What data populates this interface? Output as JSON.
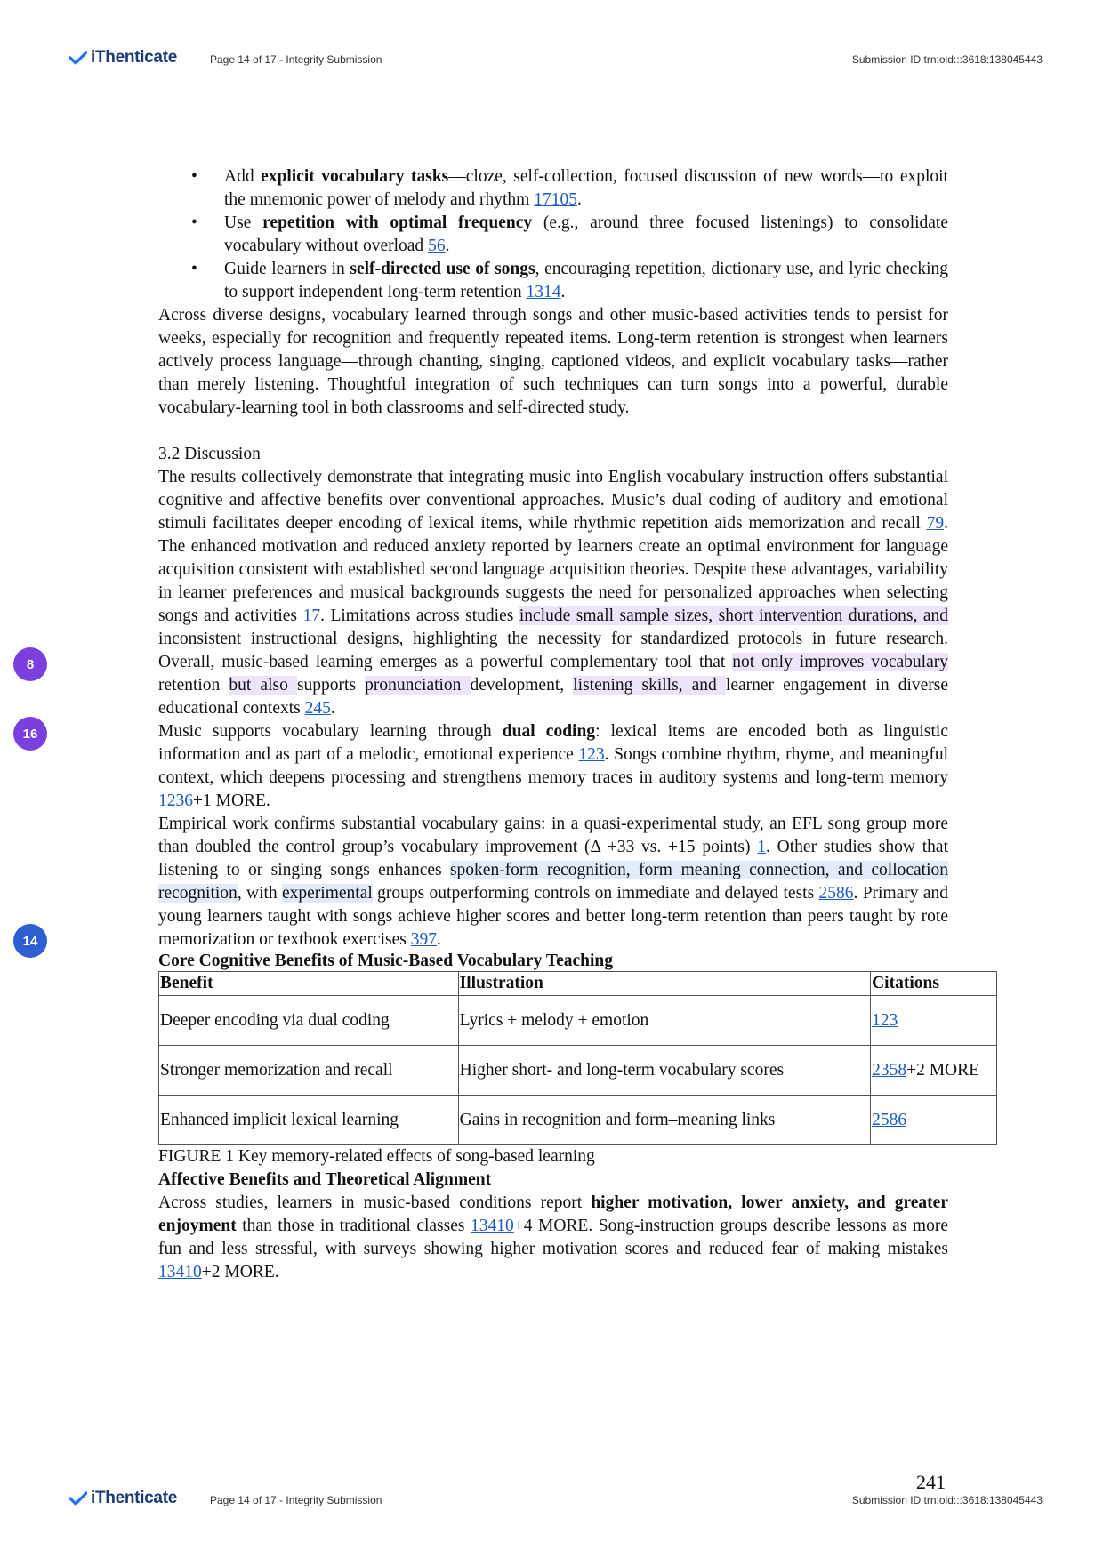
{
  "header": {
    "brand": "iThenticate",
    "page_info": "Page 14 of 17 - Integrity Submission",
    "submission_id": "Submission ID   trn:oid:::3618:138045443"
  },
  "footer": {
    "brand": "iThenticate",
    "page_info": "Page 14 of 17 - Integrity Submission",
    "submission_id": "Submission ID   trn:oid:::3618:138045443",
    "page_number": "241"
  },
  "badges": [
    "8",
    "16",
    "14"
  ],
  "colors": {
    "brand_check": "#1a73e8",
    "link": "#1a5bc4",
    "highlight_purple": "#ede3fb",
    "highlight_blue": "#e1ebfa",
    "badge_purple": "#7b3fe0",
    "badge_blue": "#2d5fd3"
  },
  "bullets": [
    {
      "pre": "Add ",
      "bold": "explicit vocabulary tasks",
      "post": "—cloze, self-collection, focused discussion of new words—to exploit the mnemonic power of melody and rhythm ",
      "cite": "17105",
      "end": "."
    },
    {
      "pre": "Use ",
      "bold": "repetition with optimal frequency",
      "post": " (e.g., around three focused listenings) to consolidate vocabulary without overload ",
      "cite": "56",
      "end": "."
    },
    {
      "pre": "Guide learners in ",
      "bold": "self-directed use of songs",
      "post": ", encouraging repetition, dictionary use, and lyric checking to support independent long-term retention ",
      "cite": "1314",
      "end": "."
    }
  ],
  "summary_paragraph": "Across diverse designs, vocabulary learned through songs and other music-based activities tends to persist for weeks, especially for recognition and frequently repeated items. Long-term retention is strongest when learners actively process language—through chanting, singing, captioned videos, and explicit vocabulary tasks—rather than merely listening. Thoughtful integration of such techniques can turn songs into a powerful, durable vocabulary-learning tool in both classrooms and self-directed study.",
  "section_heading": "3.2 Discussion",
  "discussion": {
    "s1": "The results collectively demonstrate that integrating music into English vocabulary instruction offers substantial cognitive and affective benefits over conventional approaches. Music’s dual coding of auditory and emotional stimuli facilitates deeper encoding of lexical items, while rhythmic repetition aids memorization and recall ",
    "c1": "79",
    "s2": ". The enhanced motivation and reduced anxiety reported by learners create an optimal environment for language acquisition consistent with established second language acquisition theories. Despite these advantages, variability in learner preferences and musical backgrounds suggests the need for personalized approaches when selecting songs and activities ",
    "c2": "17",
    "s3": ". Limitations across studies ",
    "h1": "include small sample sizes, short intervention durations, and ",
    "s4": "inconsistent instructional designs, highlighting the necessity for standardized protocols in future research. Overall, music-based learning emerges as a powerful complementary tool that ",
    "h2": "not only improves vocabulary ",
    "s5": "retention ",
    "h3": "but also ",
    "s6": "supports ",
    "h4": "pronunciation ",
    "s7": "development, ",
    "h5": "listening skills, and ",
    "s8": "learner engagement in diverse educational contexts ",
    "c3": "245",
    "s9": "."
  },
  "dual_coding": {
    "pre": "Music supports vocabulary learning through ",
    "bold": "dual coding",
    "s1": ": lexical items are encoded both as linguistic information and as part of a melodic, emotional experience ",
    "c1": "123",
    "s2": ". Songs combine rhythm, rhyme, and meaningful context, which deepens processing and strengthens memory traces in auditory systems and long-term memory ",
    "c2": "1236",
    "more": "+1 MORE."
  },
  "empirical": {
    "s1": "Empirical work confirms substantial vocabulary gains: in a quasi-experimental study, an EFL song group more than doubled the control group’s vocabulary improvement (Δ +33 vs. +15 points) ",
    "c1": "1",
    "s2": ". Other studies show that listening to or singing songs enhances ",
    "h1": "spoken-form recognition, form–meaning connection, and collocation recognition",
    "s3": ", with ",
    "h2": "experimental",
    "s4": " groups outperforming controls on immediate and delayed tests ",
    "c2": "2586",
    "s5": ". Primary and young learners taught with songs achieve higher scores and better long-term retention than peers taught by rote memorization or textbook exercises ",
    "c3": "397",
    "s6": "."
  },
  "table": {
    "title": "Core Cognitive Benefits of Music-Based Vocabulary Teaching",
    "headers": [
      "Benefit",
      "Illustration",
      "Citations"
    ],
    "rows": [
      {
        "benefit": "Deeper encoding via dual coding",
        "illustration": "Lyrics + melody + emotion",
        "cite": "123",
        "more": ""
      },
      {
        "benefit": "Stronger memorization and recall",
        "illustration": "Higher short- and long-term vocabulary scores",
        "cite": "2358",
        "more": "+2 MORE"
      },
      {
        "benefit": "Enhanced implicit lexical learning",
        "illustration": "Gains in recognition and form–meaning links",
        "cite": "2586",
        "more": ""
      }
    ]
  },
  "figure_caption": "FIGURE 1 Key memory-related effects of song-based learning",
  "affective": {
    "heading": "Affective Benefits and Theoretical Alignment",
    "pre": "Across studies, learners in music-based conditions report ",
    "bold": "higher motivation, lower anxiety, and greater enjoyment",
    "s1": " than those in traditional classes ",
    "c1": "13410",
    "m1": "+4 MORE",
    "s2": ". Song-instruction groups describe lessons as more fun and less stressful, with surveys showing higher motivation scores and reduced fear of making mistakes ",
    "c2": "13410",
    "m2": "+2 MORE."
  }
}
